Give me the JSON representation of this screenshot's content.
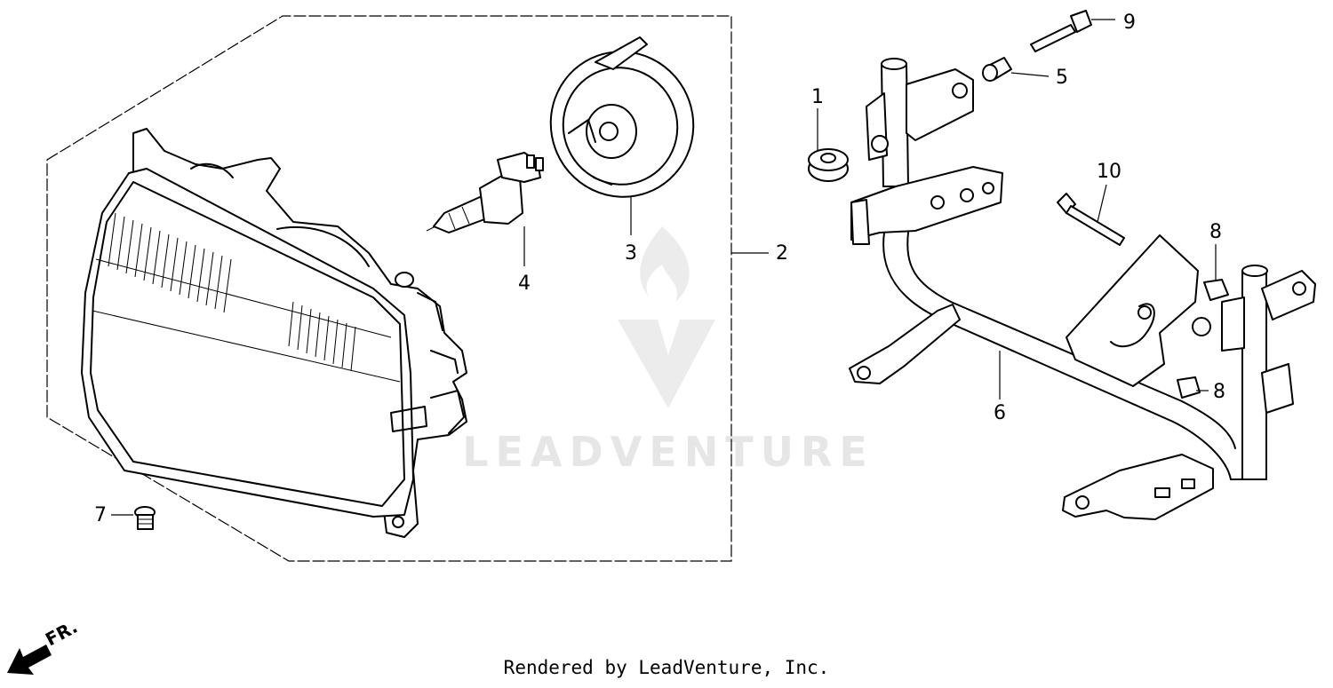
{
  "watermark": {
    "text": "LEADVENTURE"
  },
  "direction": {
    "label": "FR."
  },
  "footer": {
    "text": "Rendered by LeadVenture, Inc."
  },
  "callouts": [
    {
      "id": "2",
      "label": "2"
    },
    {
      "id": "3",
      "label": "3"
    },
    {
      "id": "4",
      "label": "4"
    },
    {
      "id": "7",
      "label": "7"
    },
    {
      "id": "1",
      "label": "1"
    },
    {
      "id": "9",
      "label": "9"
    },
    {
      "id": "5",
      "label": "5"
    },
    {
      "id": "10",
      "label": "10"
    },
    {
      "id": "8a",
      "label": "8"
    },
    {
      "id": "8b",
      "label": "8"
    },
    {
      "id": "6",
      "label": "6"
    }
  ]
}
